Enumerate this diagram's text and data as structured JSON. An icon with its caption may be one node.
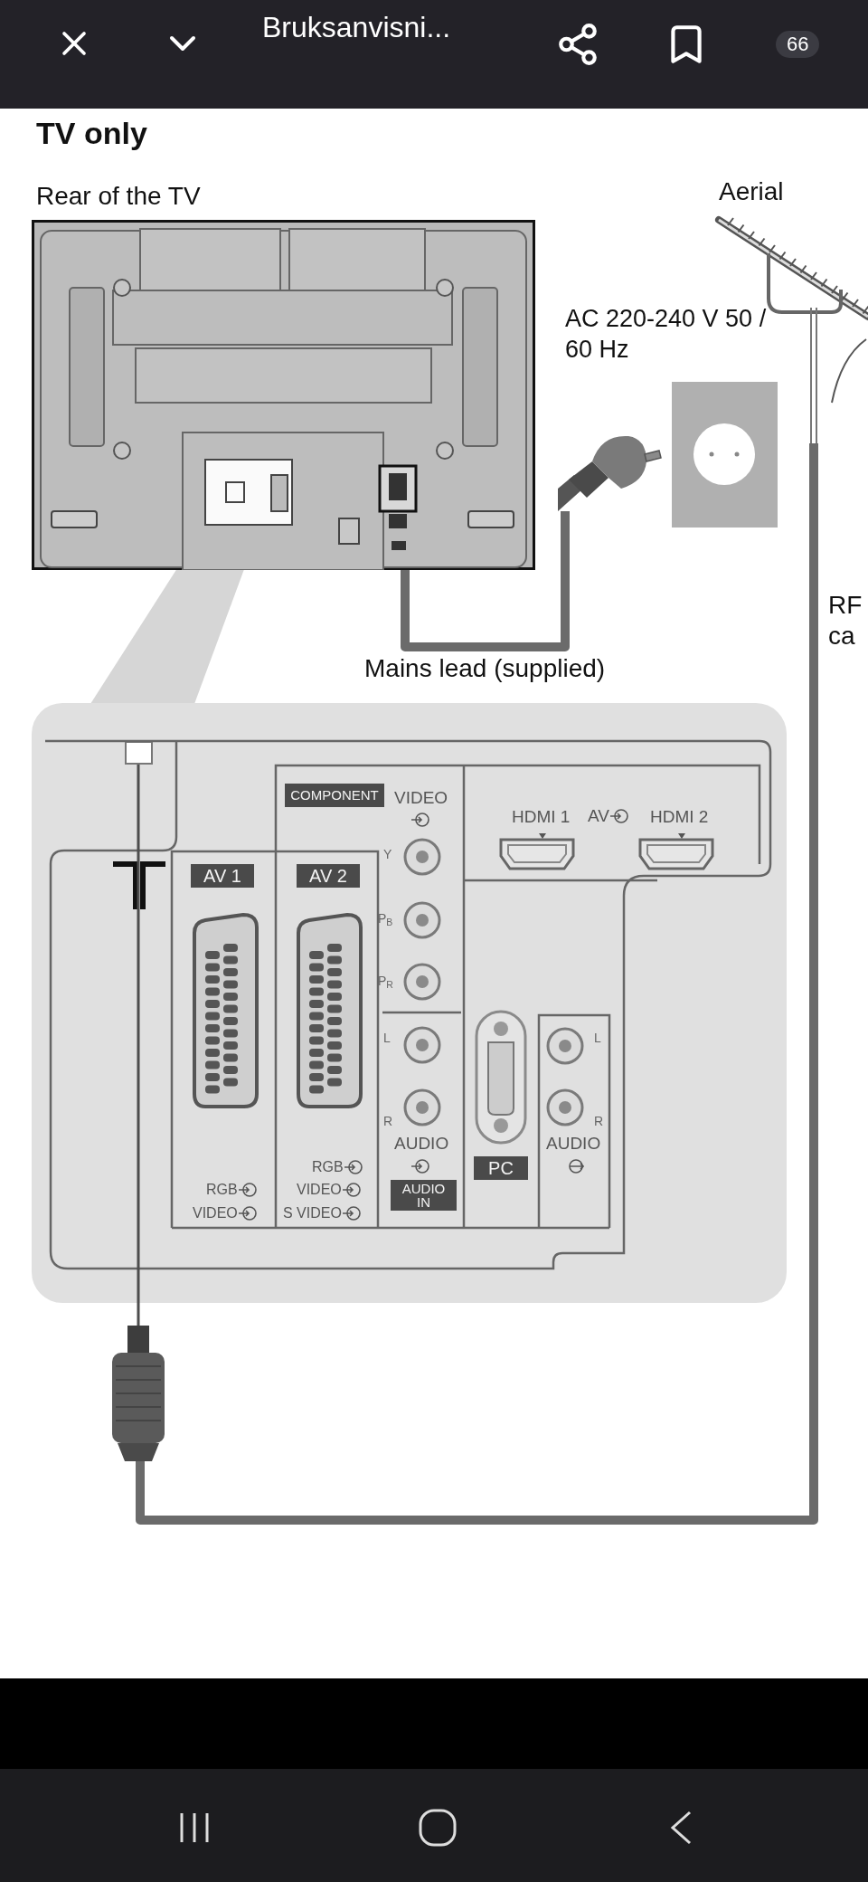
{
  "diagram": {
    "title": "TV only",
    "nodes": [
      {
        "text": [
          "Rear of the TV"
        ]
      },
      {
        "text": [
          "Aerial"
        ]
      },
      {
        "text": [
          "AC 220-240 V 50 / 60 Hz"
        ]
      },
      {
        "text": [],
        "shape": "picture"
      },
      {
        "text": [],
        "shape": "box"
      },
      {
        "text": [],
        "shape": "box",
        "in": 4
      },
      {
        "text": [],
        "shape": "picture"
      },
      {
        "text": [],
        "shape": "wedge"
      }
    ],
    "edges": [
      {
        "from": 0,
        "to": 3,
        "arrow": "none",
        "label": "Mains lead (supplied)"
      },
      {
        "from": 1,
        "to": 6,
        "arrow": "none",
        "label": "RF ca"
      },
      {
        "from": 6,
        "to": 5,
        "arrow": "none"
      }
    ],
    "labels": [
      "Bruksanvisni...",
      "66",
      "COMPONENT",
      "VIDEO",
      "HDMI 1",
      "AV",
      "HDMI 2",
      "AV 1",
      "AV 2",
      "Y",
      "P$_{B}$",
      "P$_{R}$",
      "L",
      "R",
      "L",
      "R",
      "AUDIO",
      "AUDIO IN",
      "PC",
      "AUDIO",
      "RGB",
      "RGB",
      "VIDEO",
      "VIDEO",
      "S VIDEO"
    ]
  }
}
